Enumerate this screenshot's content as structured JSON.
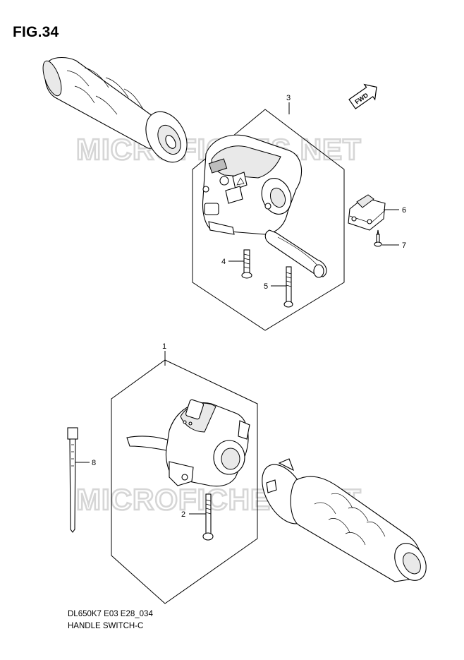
{
  "figure": {
    "title": "FIG.34"
  },
  "watermark": {
    "text": "MICROFICHES.NET"
  },
  "fwd_badge": {
    "text": "FWD"
  },
  "callouts": {
    "p1": "1",
    "p2": "2",
    "p3": "3",
    "p4": "4",
    "p5": "5",
    "p6": "6",
    "p7": "7",
    "p8": "8"
  },
  "footer": {
    "code": "DL650K7 E03 E28_034",
    "name": "HANDLE SWITCH-C"
  }
}
